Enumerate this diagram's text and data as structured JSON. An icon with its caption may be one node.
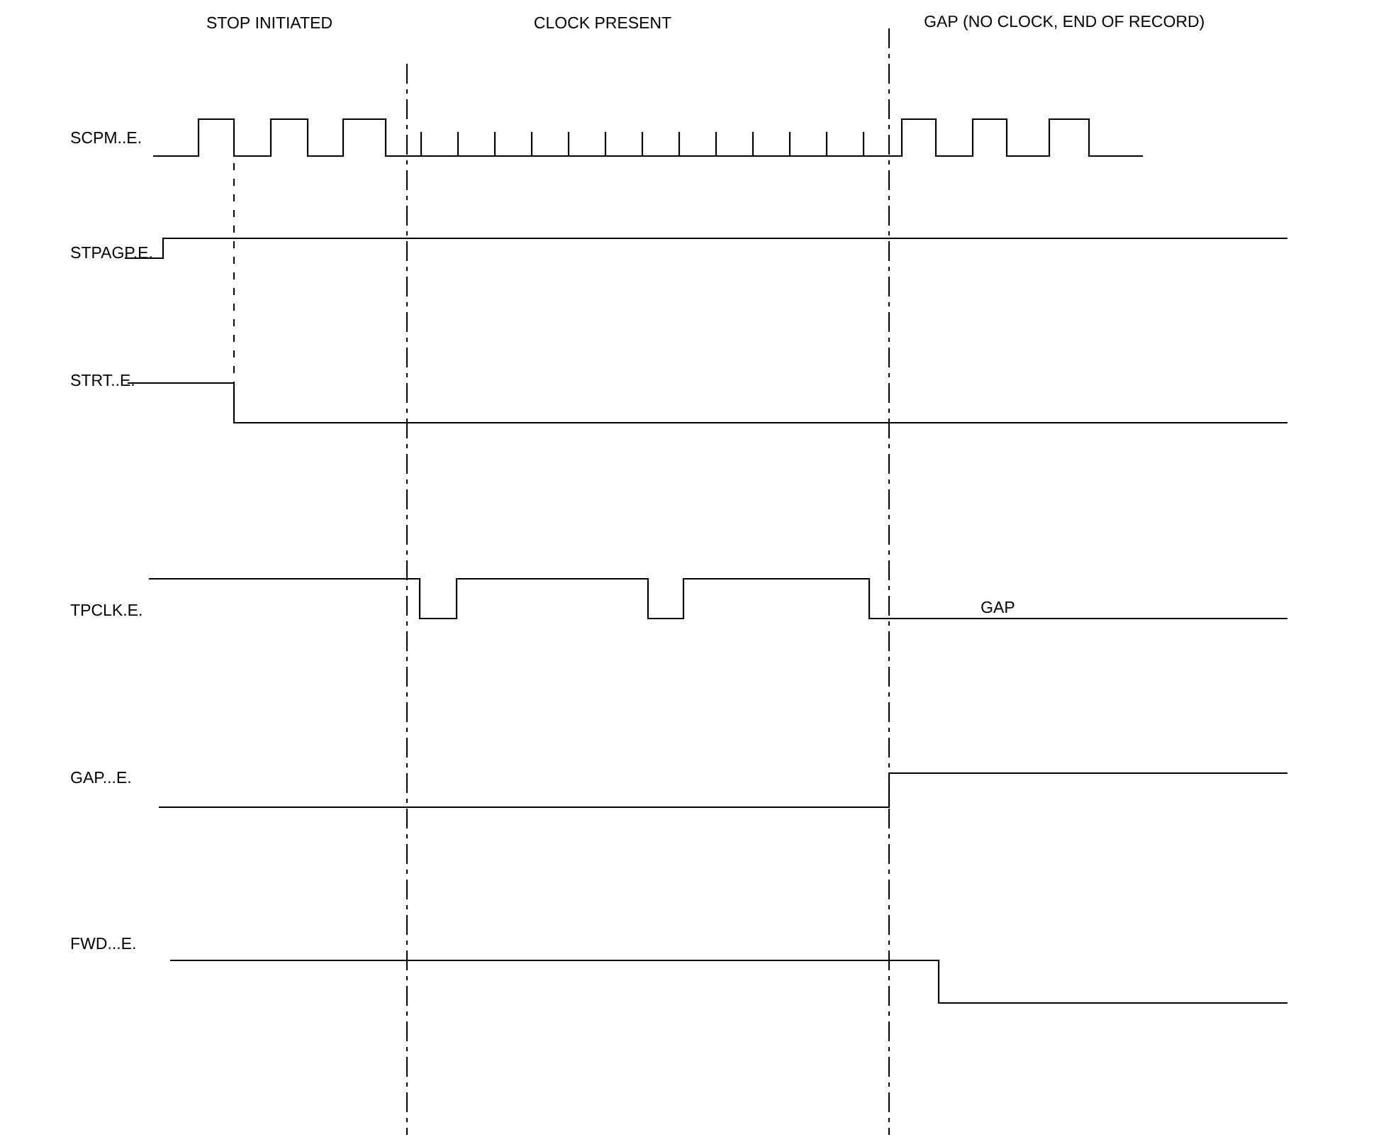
{
  "diagram": {
    "labels": [
      "STOP INITIATED",
      "CLOCK PRESENT",
      "GAP (NO CLOCK, END OF RECORD)",
      "SCPM..E.",
      "STPAGP.E.",
      "STRT..E.",
      "TPCLK.E.",
      "GAP",
      "GAP...E.",
      "FWD...E."
    ]
  }
}
